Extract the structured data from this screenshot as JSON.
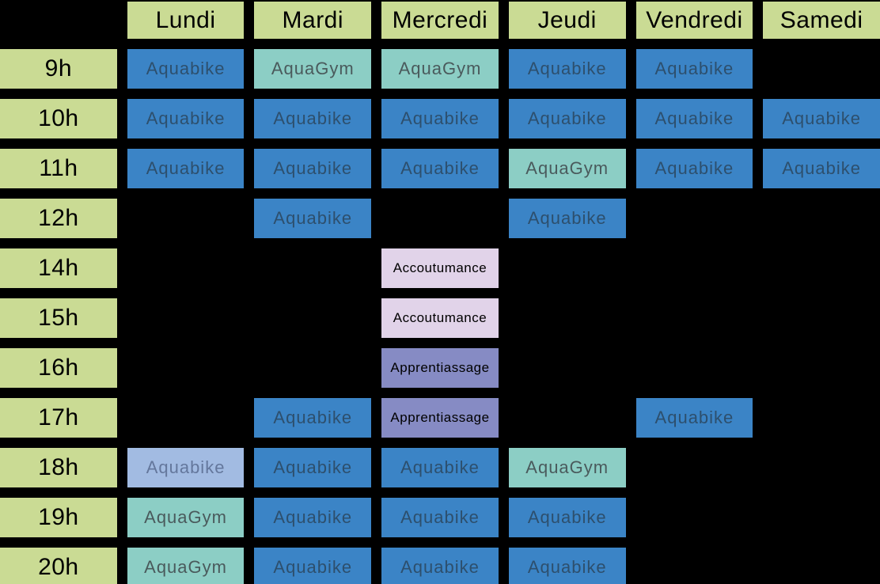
{
  "days": [
    "Lundi",
    "Mardi",
    "Mercredi",
    "Jeudi",
    "Vendredi",
    "Samedi"
  ],
  "rows": [
    {
      "hour": "9h",
      "cells": [
        {
          "label": "Aquabike",
          "type": "aquabike"
        },
        {
          "label": "AquaGym",
          "type": "aquagym"
        },
        {
          "label": "AquaGym",
          "type": "aquagym"
        },
        {
          "label": "Aquabike",
          "type": "aquabike"
        },
        {
          "label": "Aquabike",
          "type": "aquabike"
        },
        null
      ]
    },
    {
      "hour": "10h",
      "cells": [
        {
          "label": "Aquabike",
          "type": "aquabike"
        },
        {
          "label": "Aquabike",
          "type": "aquabike"
        },
        {
          "label": "Aquabike",
          "type": "aquabike"
        },
        {
          "label": "Aquabike",
          "type": "aquabike"
        },
        {
          "label": "Aquabike",
          "type": "aquabike"
        },
        {
          "label": "Aquabike",
          "type": "aquabike"
        }
      ]
    },
    {
      "hour": "11h",
      "cells": [
        {
          "label": "Aquabike",
          "type": "aquabike"
        },
        {
          "label": "Aquabike",
          "type": "aquabike"
        },
        {
          "label": "Aquabike",
          "type": "aquabike"
        },
        {
          "label": "AquaGym",
          "type": "aquagym"
        },
        {
          "label": "Aquabike",
          "type": "aquabike"
        },
        {
          "label": "Aquabike",
          "type": "aquabike"
        }
      ]
    },
    {
      "hour": "12h",
      "cells": [
        null,
        {
          "label": "Aquabike",
          "type": "aquabike"
        },
        null,
        {
          "label": "Aquabike",
          "type": "aquabike"
        },
        null,
        null
      ]
    },
    {
      "hour": "14h",
      "cells": [
        null,
        null,
        {
          "label": "Accoutumance",
          "type": "accoutumance"
        },
        null,
        null,
        null
      ]
    },
    {
      "hour": "15h",
      "cells": [
        null,
        null,
        {
          "label": "Accoutumance",
          "type": "accoutumance"
        },
        null,
        null,
        null
      ]
    },
    {
      "hour": "16h",
      "cells": [
        null,
        null,
        {
          "label": "Apprentiassage",
          "type": "apprentiassage"
        },
        null,
        null,
        null
      ]
    },
    {
      "hour": "17h",
      "cells": [
        null,
        {
          "label": "Aquabike",
          "type": "aquabike"
        },
        {
          "label": "Apprentiassage",
          "type": "apprentiassage"
        },
        null,
        {
          "label": "Aquabike",
          "type": "aquabike"
        },
        null
      ]
    },
    {
      "hour": "18h",
      "cells": [
        {
          "label": "Aquabike",
          "type": "aquabike-light"
        },
        {
          "label": "Aquabike",
          "type": "aquabike"
        },
        {
          "label": "Aquabike",
          "type": "aquabike"
        },
        {
          "label": "AquaGym",
          "type": "aquagym"
        },
        null,
        null
      ]
    },
    {
      "hour": "19h",
      "cells": [
        {
          "label": "AquaGym",
          "type": "aquagym"
        },
        {
          "label": "Aquabike",
          "type": "aquabike"
        },
        {
          "label": "Aquabike",
          "type": "aquabike"
        },
        {
          "label": "Aquabike",
          "type": "aquabike"
        },
        null,
        null
      ]
    },
    {
      "hour": "20h",
      "cells": [
        {
          "label": "AquaGym",
          "type": "aquagym"
        },
        {
          "label": "Aquabike",
          "type": "aquabike"
        },
        {
          "label": "Aquabike",
          "type": "aquabike"
        },
        {
          "label": "Aquabike",
          "type": "aquabike"
        },
        null,
        null
      ]
    }
  ],
  "palette": {
    "background": "#000000",
    "header_green": "#cadb94",
    "dark_text": "#000000",
    "aquabike_blue": "#3b84c6",
    "aquabike_text": "#2d4f6d",
    "aquagym_teal": "#8ccec5",
    "aquagym_text": "#4a5a5c",
    "aquabike_light_bg": "#a2bbe2",
    "aquabike_light_text": "#64779c",
    "accoutumance_bg": "#e1d3e9",
    "apprentiassage_bg": "#868bc4"
  },
  "chart_data": {
    "type": "table",
    "title": "",
    "columns": [
      "",
      "Lundi",
      "Mardi",
      "Mercredi",
      "Jeudi",
      "Vendredi",
      "Samedi"
    ],
    "rows": [
      [
        "9h",
        "Aquabike",
        "AquaGym",
        "AquaGym",
        "Aquabike",
        "Aquabike",
        ""
      ],
      [
        "10h",
        "Aquabike",
        "Aquabike",
        "Aquabike",
        "Aquabike",
        "Aquabike",
        "Aquabike"
      ],
      [
        "11h",
        "Aquabike",
        "Aquabike",
        "Aquabike",
        "AquaGym",
        "Aquabike",
        "Aquabike"
      ],
      [
        "12h",
        "",
        "Aquabike",
        "",
        "Aquabike",
        "",
        ""
      ],
      [
        "14h",
        "",
        "",
        "Accoutumance",
        "",
        "",
        ""
      ],
      [
        "15h",
        "",
        "",
        "Accoutumance",
        "",
        "",
        ""
      ],
      [
        "16h",
        "",
        "",
        "Apprentiassage",
        "",
        "",
        ""
      ],
      [
        "17h",
        "",
        "Aquabike",
        "Apprentiassage",
        "",
        "Aquabike",
        ""
      ],
      [
        "18h",
        "Aquabike",
        "Aquabike",
        "Aquabike",
        "AquaGym",
        "",
        ""
      ],
      [
        "19h",
        "AquaGym",
        "Aquabike",
        "Aquabike",
        "Aquabike",
        "",
        ""
      ],
      [
        "20h",
        "AquaGym",
        "Aquabike",
        "Aquabike",
        "Aquabike",
        "",
        ""
      ]
    ],
    "legend_position": "none",
    "grid": false
  }
}
